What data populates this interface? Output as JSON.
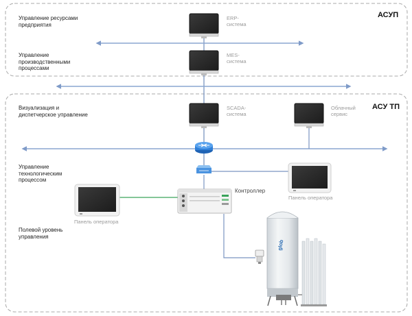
{
  "zones": {
    "asup_title": "АСУП",
    "asutp_title": "АСУ ТП"
  },
  "levels": {
    "enterprise": "Управление ресурсами предприятия",
    "production": "Управление производственными процессами",
    "visualization": "Визуализация и диспетчерское управление",
    "process_control": "Управление технологическим процессом",
    "field": "Полевой уровень управления"
  },
  "nodes": {
    "erp": "ERP-система",
    "mes": "MES-система",
    "scada": "SCADA-система",
    "cloud": "Облачный сервис",
    "controller": "Контроллер",
    "operator_panel_left": "Панель оператора",
    "operator_panel_right": "Панель оператора"
  },
  "colors": {
    "bus_line": "#8aa6d0",
    "link_line": "#7a94c0",
    "green_link": "#3aa35a",
    "zone_border": "#a8a8a8",
    "router": "#2f7fd8",
    "switch": "#4a93e0"
  }
}
